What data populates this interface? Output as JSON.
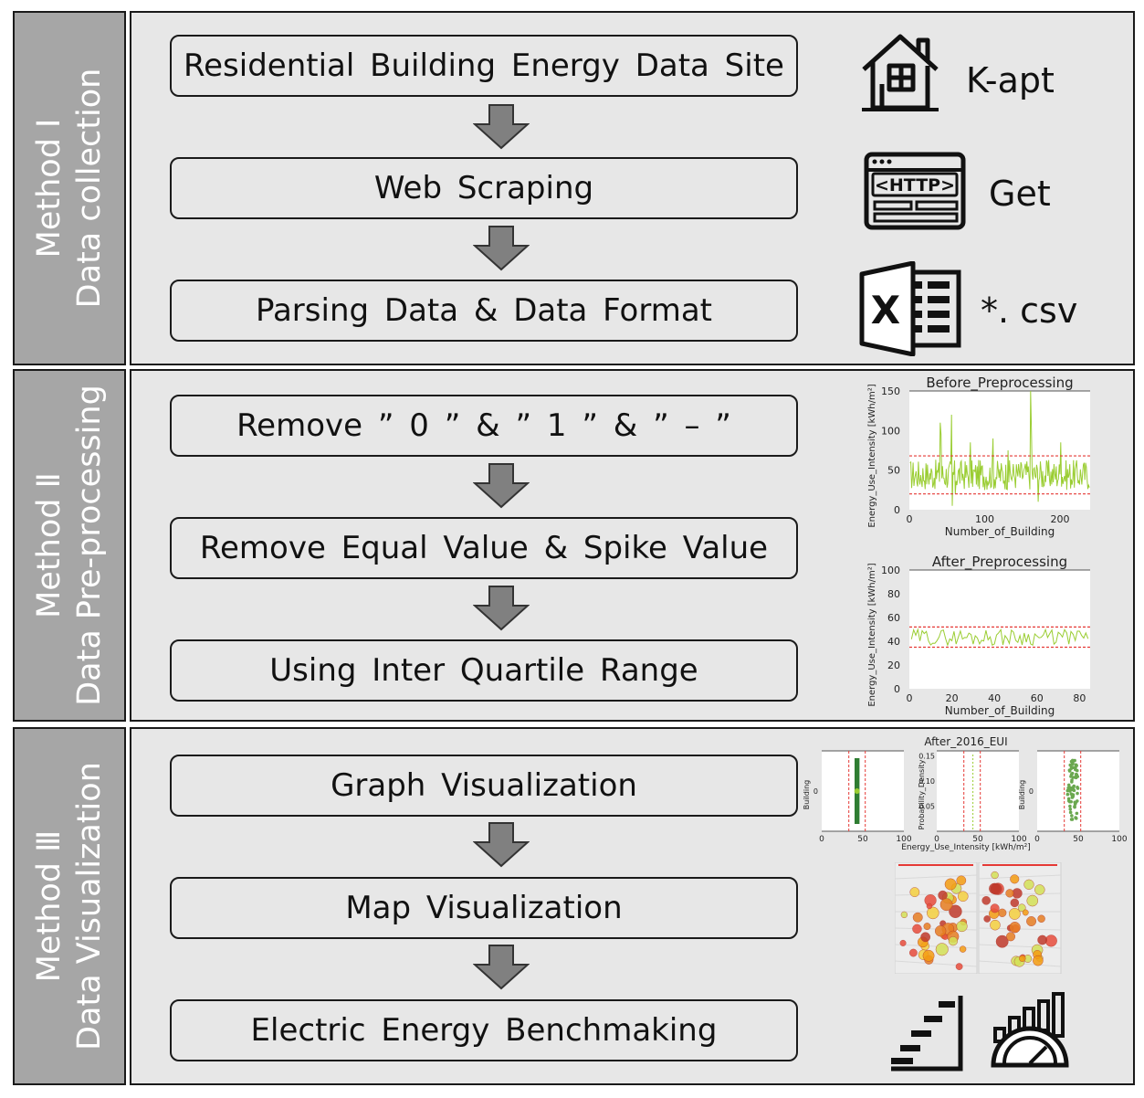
{
  "sections": [
    {
      "side_label_line1": "Method Ⅰ",
      "side_label_line2": "Data collection",
      "steps": [
        "Residential Building Energy Data Site",
        "Web Scraping",
        "Parsing Data & Data Format"
      ],
      "icons": [
        {
          "icon": "house-icon",
          "label": "K-apt"
        },
        {
          "icon": "http-icon",
          "label": "Get"
        },
        {
          "icon": "excel-icon",
          "label": "*. csv"
        }
      ]
    },
    {
      "side_label_line1": "Method Ⅱ",
      "side_label_line2": "Data Pre-processing",
      "steps": [
        "Remove ” 0 ” & ” 1 ” & ” – ”",
        "Remove Equal Value & Spike Value",
        "Using Inter Quartile Range"
      ]
    },
    {
      "side_label_line1": "Method Ⅲ",
      "side_label_line2": "Data Visualization",
      "steps": [
        "Graph Visualization",
        "Map Visualization",
        "Electric Energy Benchmaking"
      ],
      "icons": [
        {
          "icon": "stairs-chart-icon"
        },
        {
          "icon": "gauge-chart-icon"
        }
      ]
    }
  ],
  "chart_data": [
    {
      "type": "line",
      "title": "Before_Preprocessing",
      "xlabel": "Number_of_Building",
      "ylabel": "Energy_Use_Intensity [kWh/m²]",
      "xlim": [
        0,
        240
      ],
      "ylim": [
        0,
        150
      ],
      "xticks": [
        0,
        100,
        200
      ],
      "yticks": [
        0,
        50,
        100,
        150
      ],
      "thresholds": [
        68,
        20
      ],
      "series_color": "#9acd32",
      "threshold_color": "#e53935"
    },
    {
      "type": "line",
      "title": "After_Preprocessing",
      "xlabel": "Number_of_Building",
      "ylabel": "Energy_Use_Intensity [kWh/m²]",
      "xlim": [
        0,
        85
      ],
      "ylim": [
        0,
        100
      ],
      "xticks": [
        0,
        20,
        40,
        60,
        80
      ],
      "yticks": [
        0,
        20,
        40,
        60,
        80,
        100
      ],
      "thresholds": [
        52,
        35
      ],
      "series_color": "#9acd32",
      "threshold_color": "#e53935"
    },
    {
      "type": "scatter",
      "title": "After_2016_EUI",
      "panels": [
        {
          "kind": "strip",
          "ylabel": "Building",
          "xticks": [
            0,
            50,
            100
          ]
        },
        {
          "kind": "density",
          "ylabel": "Probability_Density",
          "xticks": [
            0,
            50,
            100
          ],
          "yticks": [
            0.05,
            0.1,
            0.15
          ]
        },
        {
          "kind": "swarm",
          "ylabel": "Building",
          "xticks": [
            0,
            50,
            100
          ]
        }
      ],
      "xlabel": "Energy_Use_Intensity [kWh/m²]",
      "ytick_zero": "0"
    }
  ]
}
